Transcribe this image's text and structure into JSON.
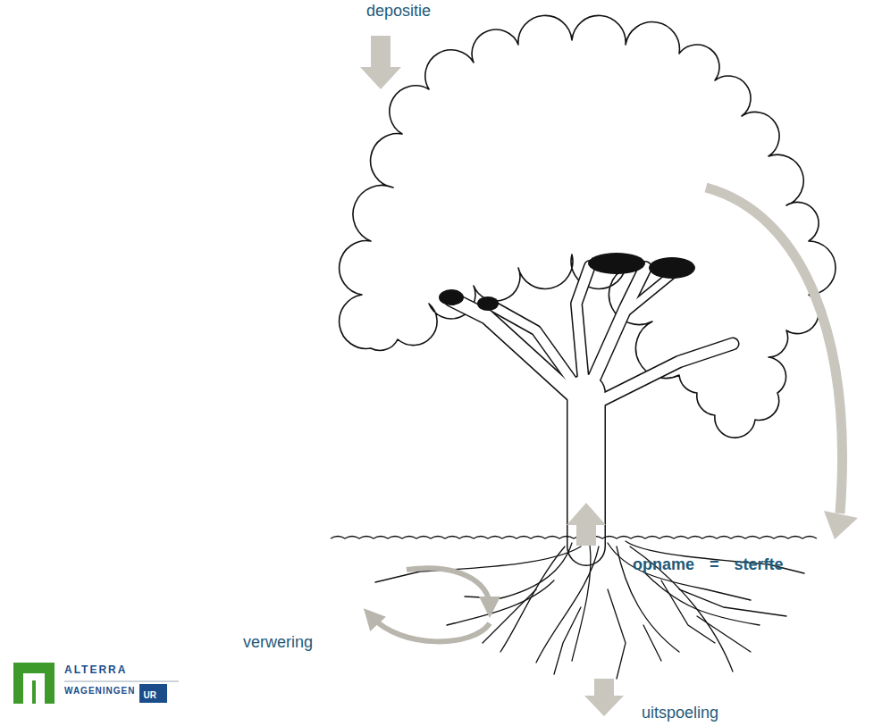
{
  "diagram": {
    "nodes": [
      {
        "text": [
          "UR"
        ]
      }
    ],
    "labels": [
      "depositie",
      "opname = sterfte",
      "verwering",
      "ALTERRA",
      "WAGENINGEN",
      "uitspoeling"
    ]
  }
}
